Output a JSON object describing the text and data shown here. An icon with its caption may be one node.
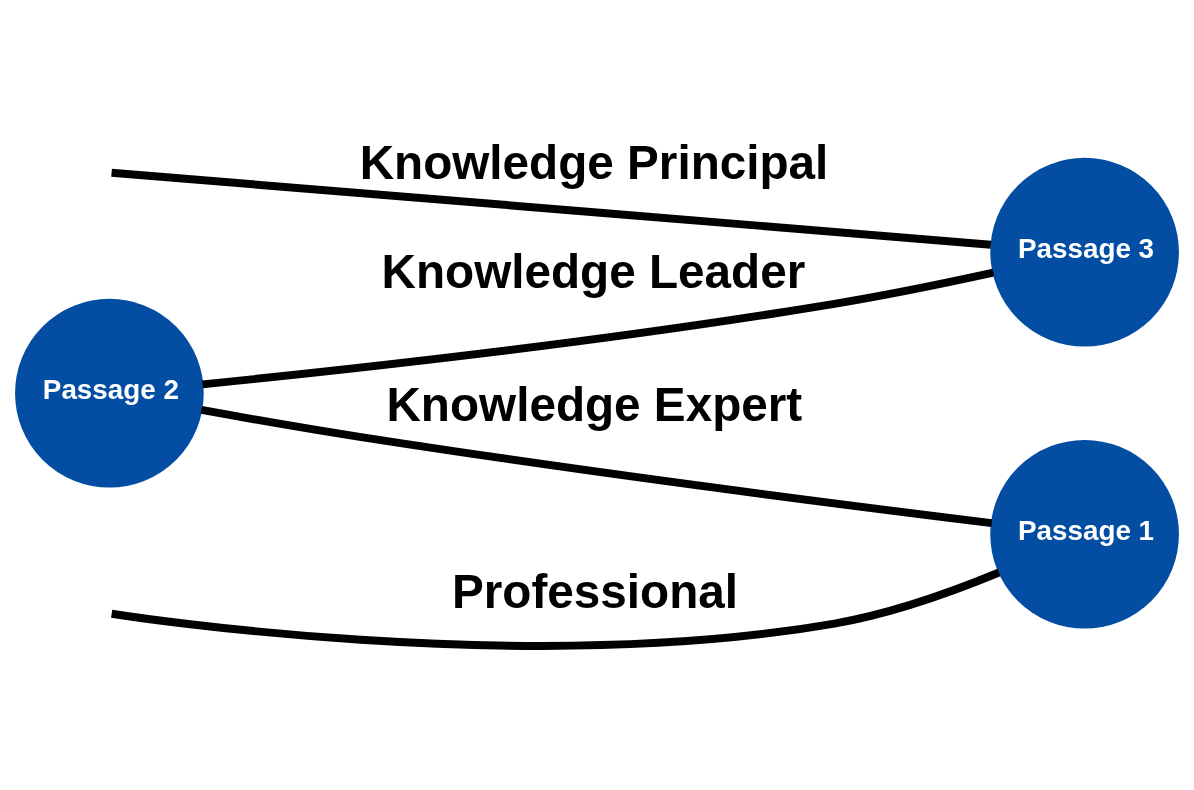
{
  "diagram": {
    "nodes": [
      {
        "text": [
          "Passage 3"
        ]
      },
      {
        "text": [
          "Passage 2"
        ]
      },
      {
        "text": [
          "Passage 1"
        ]
      }
    ],
    "edges": [
      {
        "from": null,
        "to": 0,
        "arrow": "none",
        "label": "Knowledge Principal"
      },
      {
        "from": 1,
        "to": 0,
        "arrow": "none",
        "label": "Knowledge Leader"
      },
      {
        "from": 1,
        "to": 2,
        "arrow": "none",
        "label": "Knowledge Expert"
      },
      {
        "from": null,
        "to": 2,
        "arrow": "none",
        "label": "Professional"
      }
    ]
  }
}
